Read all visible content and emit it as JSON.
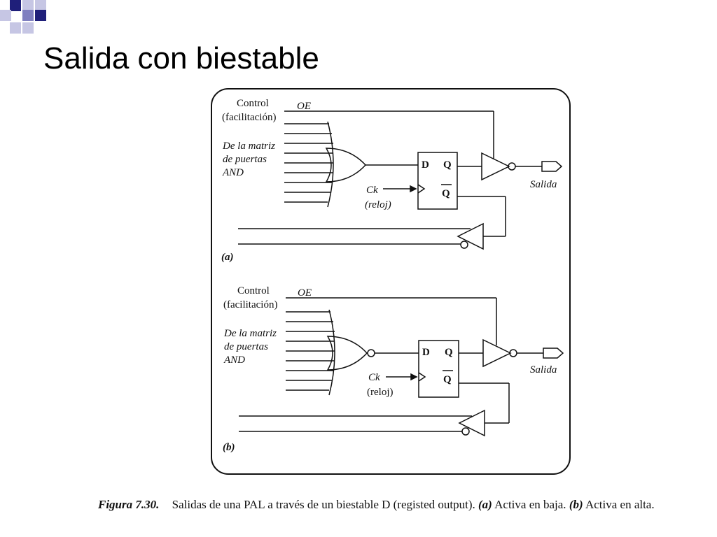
{
  "slide": {
    "title": "Salida con biestable",
    "accent_colors": [
      "#1f1f7a",
      "#7f7fc0",
      "#c6c6e4"
    ]
  },
  "diagrams": [
    {
      "id": "a",
      "control_label": "Control",
      "control_sub": "(facilitación)",
      "oe_label": "OE",
      "matrix_label_1": "De la matriz",
      "matrix_label_2": "de puertas",
      "matrix_label_3": "AND",
      "ff_d": "D",
      "ff_q": "Q",
      "ff_qbar": "Q",
      "clk_label": "Ck",
      "clk_sub": "(reloj)",
      "output_label": "Salida",
      "panel_label": "(a)"
    },
    {
      "id": "b",
      "control_label": "Control",
      "control_sub": "(facilitación)",
      "oe_label": "OE",
      "matrix_label_1": "De la matriz",
      "matrix_label_2": "de puertas",
      "matrix_label_3": "AND",
      "ff_d": "D",
      "ff_q": "Q",
      "ff_qbar": "Q",
      "clk_label": "Ck",
      "clk_sub": "(reloj)",
      "output_label": "Salida",
      "panel_label": "(b)"
    }
  ],
  "caption": {
    "figure": "Figura 7.30.",
    "text_1": "Salidas de una PAL a través de un biestable D (registed output).",
    "label_a": "(a)",
    "text_a": "Activa en baja.",
    "label_b": "(b)",
    "text_b": "Activa en alta."
  }
}
